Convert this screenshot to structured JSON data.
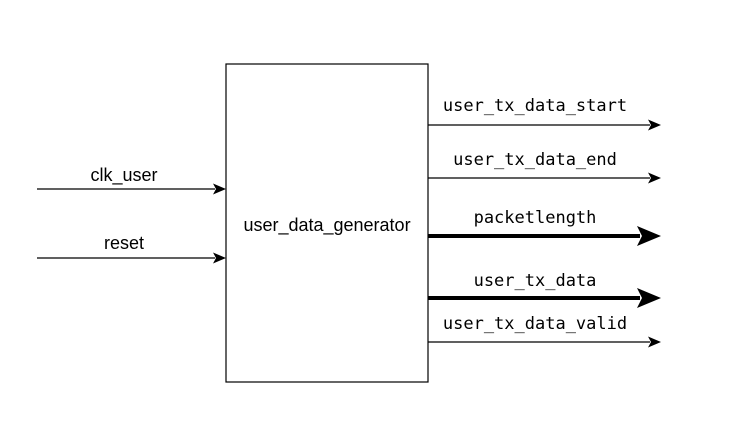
{
  "block": {
    "name": "user_data_generator"
  },
  "inputs": [
    {
      "label": "clk_user",
      "bus": false
    },
    {
      "label": "reset",
      "bus": false
    }
  ],
  "outputs": [
    {
      "label": "user_tx_data_start",
      "bus": false
    },
    {
      "label": "user_tx_data_end",
      "bus": false
    },
    {
      "label": "packetlength",
      "bus": true
    },
    {
      "label": "user_tx_data",
      "bus": true
    },
    {
      "label": "user_tx_data_valid",
      "bus": false
    }
  ],
  "colors": {
    "stroke": "#000000",
    "background": "#ffffff"
  }
}
